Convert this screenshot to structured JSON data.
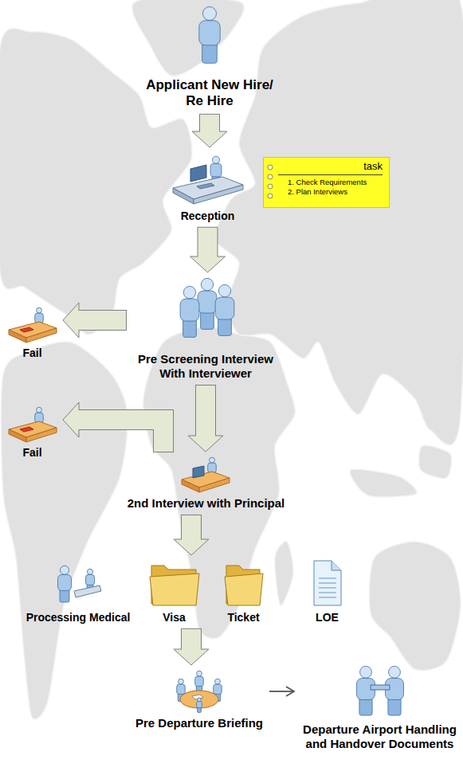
{
  "diagram": {
    "nodes": [
      {
        "text": [
          "Applicant New Hire/ Re Hire"
        ]
      },
      {
        "text": [
          "Reception"
        ]
      },
      {
        "text": [
          "task",
          "1. Check Requirements",
          "2. Plan Interviews"
        ]
      },
      {
        "text": [
          "Pre Screening Interview With Interviewer"
        ]
      },
      {
        "text": [
          "Fail"
        ]
      },
      {
        "text": [
          "Fail"
        ]
      },
      {
        "text": [
          "2nd Interview with Principal"
        ]
      },
      {
        "text": [
          "Processing Medical"
        ]
      },
      {
        "text": [
          "Visa"
        ]
      },
      {
        "text": [
          "Ticket"
        ]
      },
      {
        "text": [
          "LOE"
        ]
      },
      {
        "text": [
          "Pre Departure Briefing"
        ]
      },
      {
        "text": [
          "Departure Airport Handling and Handover Documents"
        ]
      }
    ],
    "edges": [
      {
        "from": 0,
        "to": 1,
        "arrow": "to"
      },
      {
        "from": 1,
        "to": 3,
        "arrow": "to"
      },
      {
        "from": 3,
        "to": 4,
        "arrow": "to"
      },
      {
        "from": 3,
        "to": 6,
        "arrow": "to"
      },
      {
        "from": 6,
        "to": 5,
        "arrow": "to"
      },
      {
        "from": 6,
        "to": 8,
        "arrow": "to"
      },
      {
        "from": 8,
        "to": 11,
        "arrow": "to"
      },
      {
        "from": 11,
        "to": 12,
        "arrow": "to"
      }
    ]
  }
}
